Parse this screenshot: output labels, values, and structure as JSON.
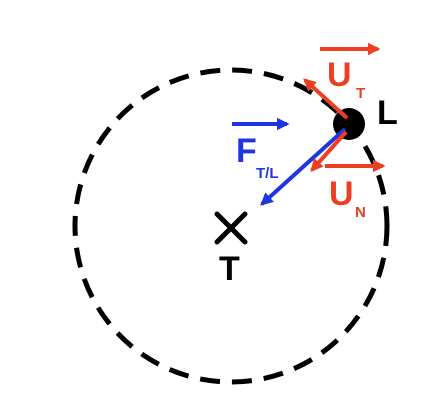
{
  "colors": {
    "background": "#ffffff",
    "orbit": "#000000",
    "force": "#1f35e0",
    "unit_vectors": "#ec3f22",
    "bodies": "#000000"
  },
  "icons": {
    "center": "x-mark-icon",
    "mass": "filled-dot-icon",
    "vector": "arrow-icon"
  },
  "labels": {
    "body": "L",
    "center": "T",
    "force_main": "F",
    "force_sub": "T/L",
    "u_t_main": "U",
    "u_t_sub": "T",
    "u_n_main": "U",
    "u_n_sub": "N"
  }
}
